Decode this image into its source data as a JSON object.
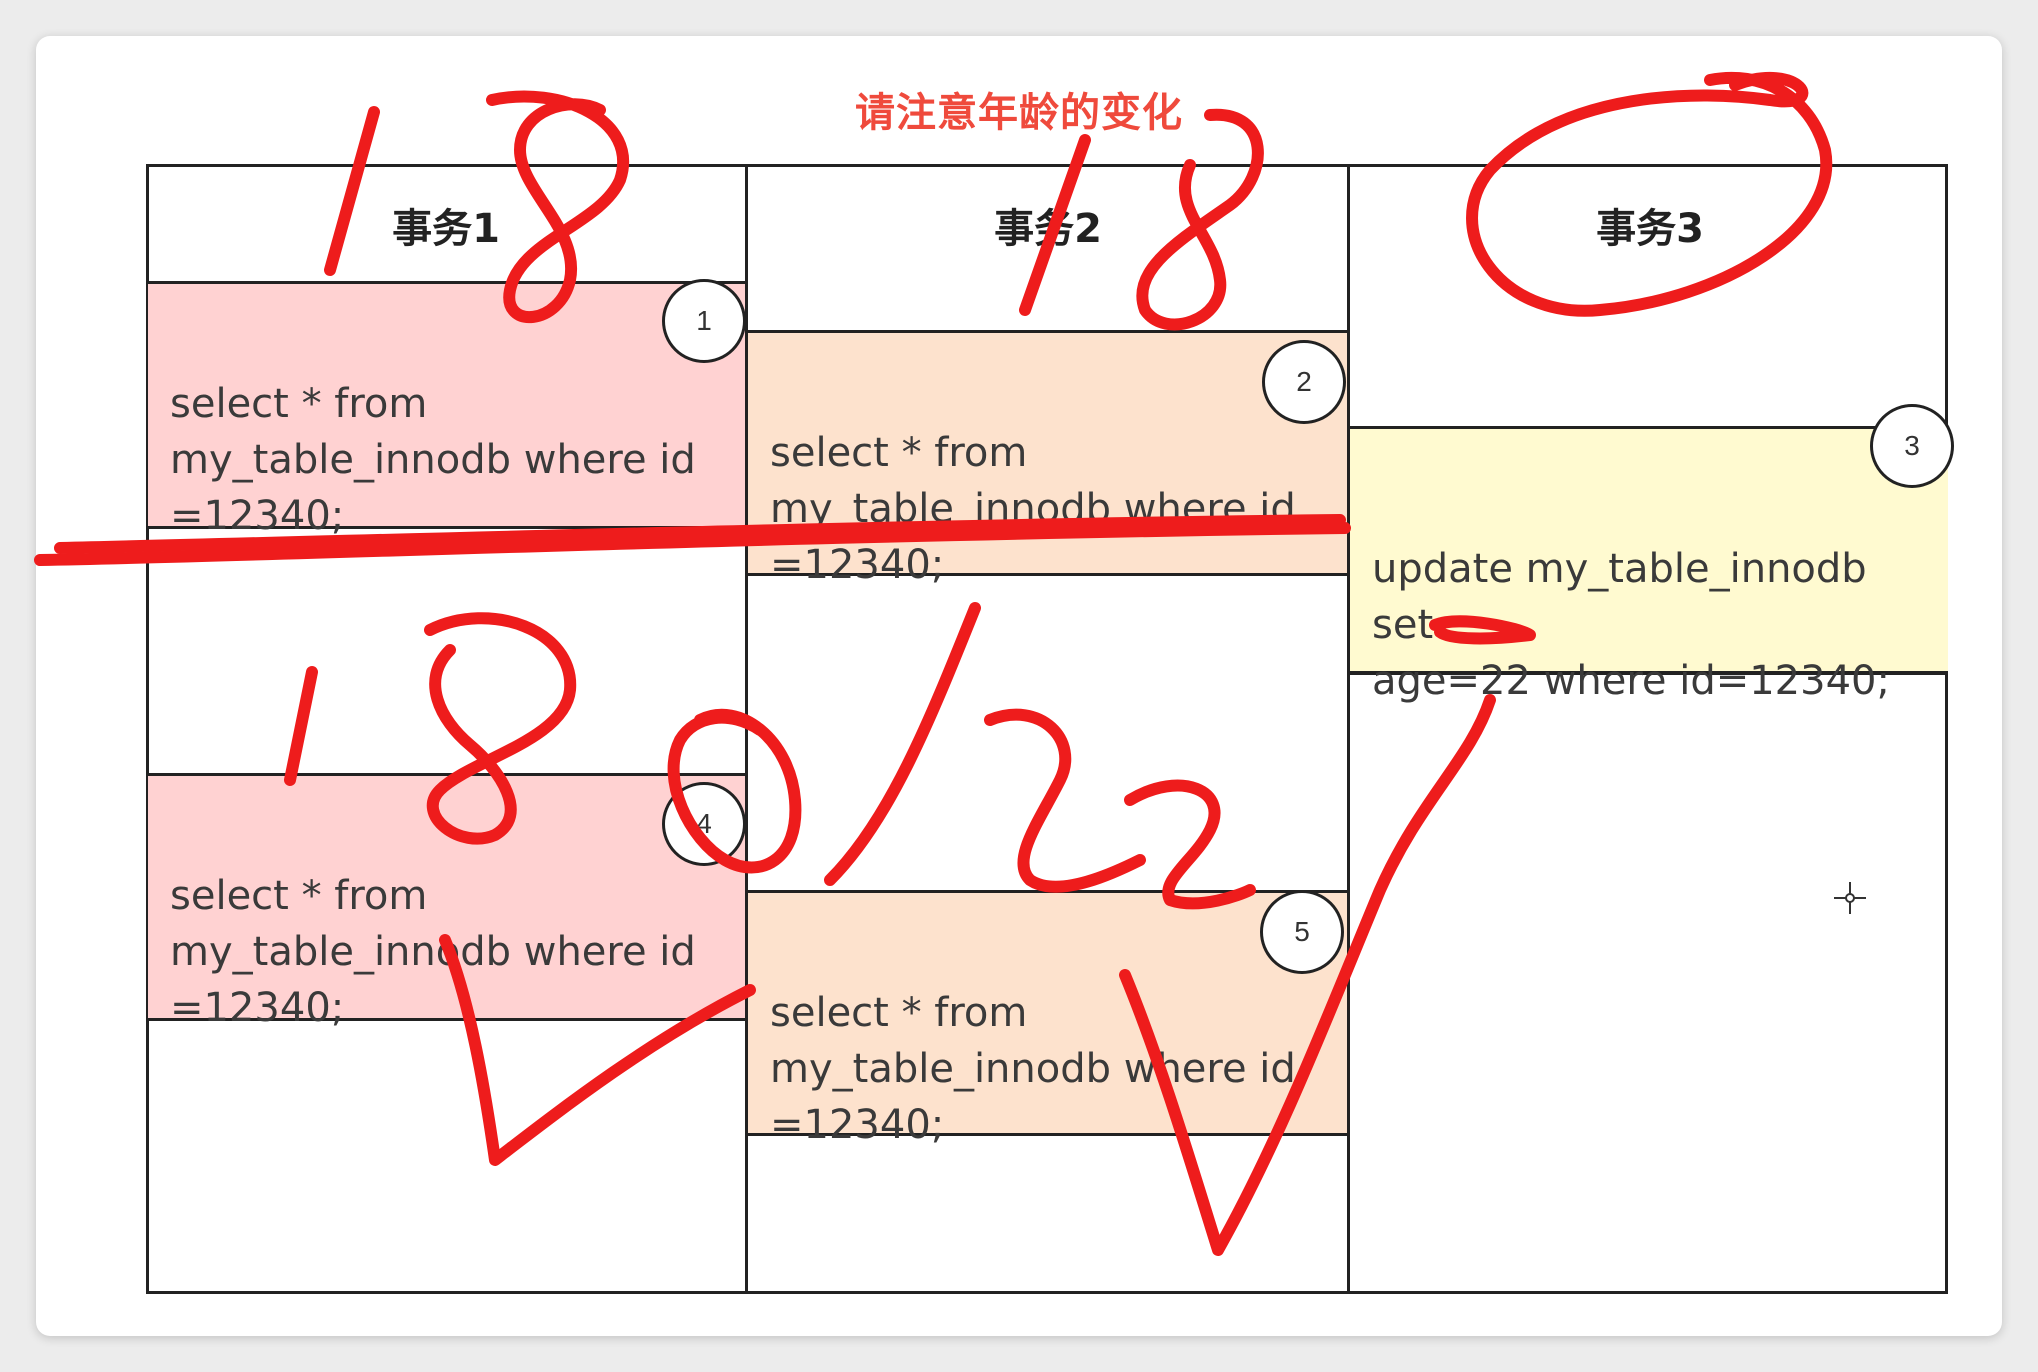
{
  "title": "请注意年龄的变化",
  "columns": [
    {
      "header": "事务1"
    },
    {
      "header": "事务2"
    },
    {
      "header": "事务3"
    }
  ],
  "steps": [
    {
      "number": "1",
      "column": "事务1",
      "sql": "select * from\nmy_table_innodb  where id\n=12340;"
    },
    {
      "number": "2",
      "column": "事务2",
      "sql": "select * from\nmy_table_innodb  where id\n=12340;"
    },
    {
      "number": "3",
      "column": "事务3",
      "sql": "update my_table_innodb set\nage=22 where id=12340;"
    },
    {
      "number": "4",
      "column": "事务1",
      "sql": "select * from\nmy_table_innodb  where id\n=12340;"
    },
    {
      "number": "5",
      "column": "事务2",
      "sql": "select * from\nmy_table_innodb  where id\n=12340;"
    }
  ],
  "colors": {
    "title": "#ef4a3c",
    "txn1_fill": "#ffd2d2",
    "txn2_fill": "#fde2cd",
    "txn3_fill": "#fffad0",
    "ink": "#ee1c1c"
  },
  "annotations": {
    "type": "handwritten-ink",
    "texts": [
      "18",
      "18",
      "0",
      "18",
      "0",
      "22"
    ]
  }
}
